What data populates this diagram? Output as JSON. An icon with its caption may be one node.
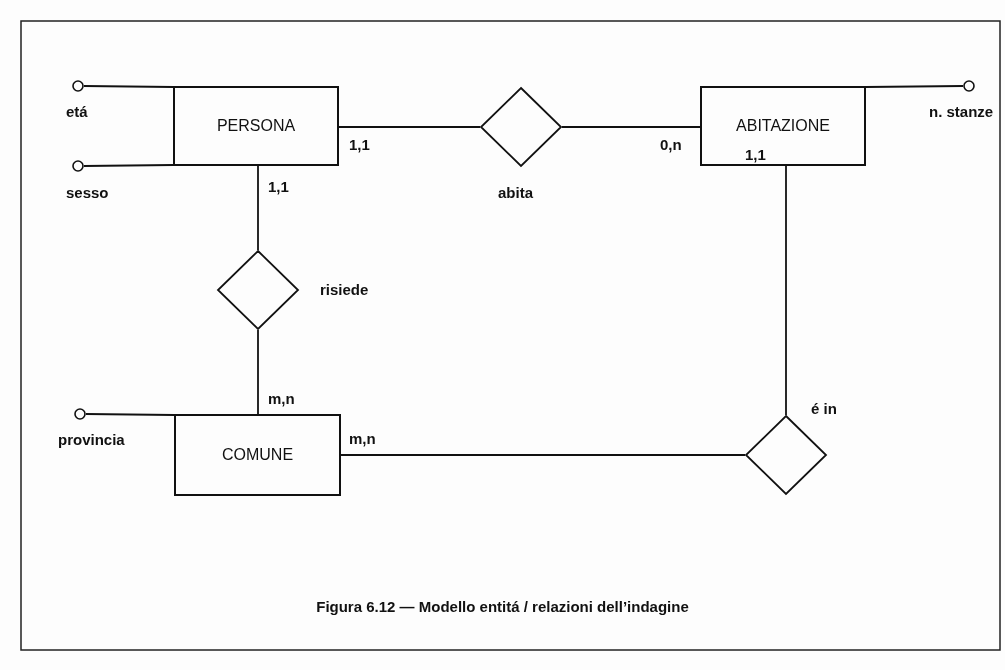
{
  "diagram": {
    "caption": "Figura 6.12 — Modello entitá / relazioni dell’indagine",
    "nodes": [
      {
        "text": [],
        "shape": "circle",
        "beside": [
          "etá"
        ]
      },
      {
        "text": [
          "PERSONA"
        ]
      },
      {
        "text": [],
        "shape": "diamond",
        "beside": [
          "abita"
        ]
      },
      {
        "text": [
          "ABITAZIONE"
        ]
      },
      {
        "text": [],
        "shape": "circle",
        "beside": [
          "n. stanze"
        ]
      },
      {
        "text": [],
        "shape": "circle",
        "beside": [
          "sesso"
        ]
      },
      {
        "text": [],
        "shape": "diamond",
        "beside": [
          "risiede"
        ]
      },
      {
        "text": [],
        "shape": "circle",
        "beside": [
          "provincia"
        ]
      },
      {
        "text": [
          "COMUNE"
        ]
      },
      {
        "text": [],
        "shape": "diamond",
        "beside": [
          "é in"
        ]
      }
    ],
    "edges": [
      {
        "from": 0,
        "to": 1,
        "arrow": "none"
      },
      {
        "from": 5,
        "to": 1,
        "arrow": "none"
      },
      {
        "from": 1,
        "to": 2,
        "arrow": "none",
        "label": "1,1"
      },
      {
        "from": 2,
        "to": 3,
        "arrow": "none",
        "label": "0,n"
      },
      {
        "from": 3,
        "to": 4,
        "arrow": "none"
      },
      {
        "from": 1,
        "to": 6,
        "arrow": "none",
        "label": "1,1"
      },
      {
        "from": 6,
        "to": 8,
        "arrow": "none",
        "label": "m,n"
      },
      {
        "from": 7,
        "to": 8,
        "arrow": "none"
      },
      {
        "from": 8,
        "to": 9,
        "arrow": "none",
        "label": "m,n"
      },
      {
        "from": 3,
        "to": 9,
        "arrow": "none",
        "label": "1,1"
      }
    ]
  }
}
